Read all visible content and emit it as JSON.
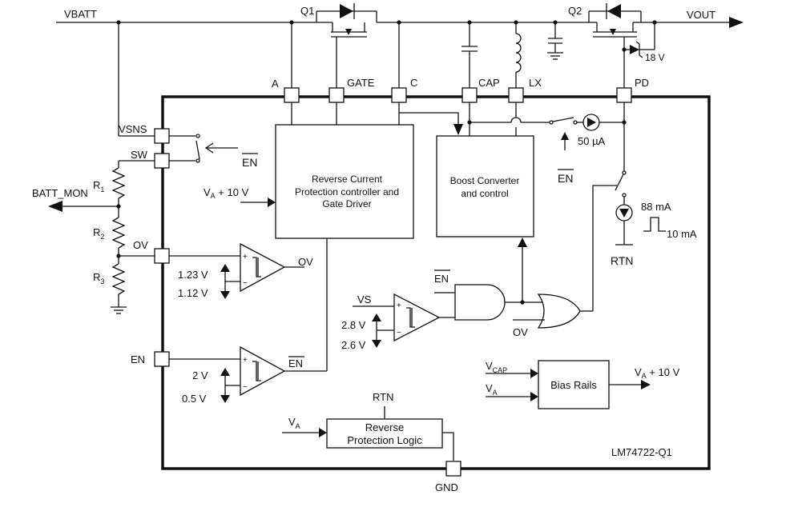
{
  "part_number": "LM74722-Q1",
  "nets": {
    "vbatt": "VBATT",
    "vout": "VOUT",
    "q1": "Q1",
    "q2": "Q2",
    "batt_mon": "BATT_MON",
    "r1": "R",
    "r1_sub": "1",
    "r2": "R",
    "r2_sub": "2",
    "r3": "R",
    "r3_sub": "3",
    "zener": "18 V"
  },
  "pins": {
    "a": "A",
    "gate": "GATE",
    "c": "C",
    "cap": "CAP",
    "lx": "LX",
    "pd": "PD",
    "vsns": "VSNS",
    "sw": "SW",
    "ov": "OV",
    "en": "EN",
    "gnd": "GND"
  },
  "blocks": {
    "rcp_line1": "Reverse Current",
    "rcp_line2": "Protection controller and",
    "rcp_line3": "Gate Driver",
    "boost_line1": "Boost Converter",
    "boost_line2": "and control",
    "bias": "Bias Rails",
    "rpl_line1": "Reverse",
    "rpl_line2": "Protection Logic"
  },
  "labels": {
    "en_bar_sw": "EN",
    "va10_in": "V",
    "va10_in_sub": "A",
    "va10_in_rest": " + 10 V",
    "en_bar_pd": "EN",
    "current_50": "50 µA",
    "current_88": "88 mA",
    "current_10": "10 mA",
    "rtn_right": "RTN",
    "ov_out": "OV",
    "th_123": "1.23 V",
    "th_112": "1.12 V",
    "en_bar_and": "EN",
    "vs_in": "VS",
    "th_28": "2.8 V",
    "th_26": "2.6 V",
    "ov_or": "OV",
    "en_out": "EN",
    "th_2": "2 V",
    "th_05": "0.5 V",
    "vcap": "V",
    "vcap_sub": "CAP",
    "va_bias": "V",
    "va_bias_sub": "A",
    "va10_out": "V",
    "va10_out_sub": "A",
    "va10_out_rest": " + 10 V",
    "rtn_bottom": "RTN",
    "va_rpl": "V",
    "va_rpl_sub": "A"
  },
  "colors": {
    "line": "#111111",
    "background": "#ffffff"
  }
}
